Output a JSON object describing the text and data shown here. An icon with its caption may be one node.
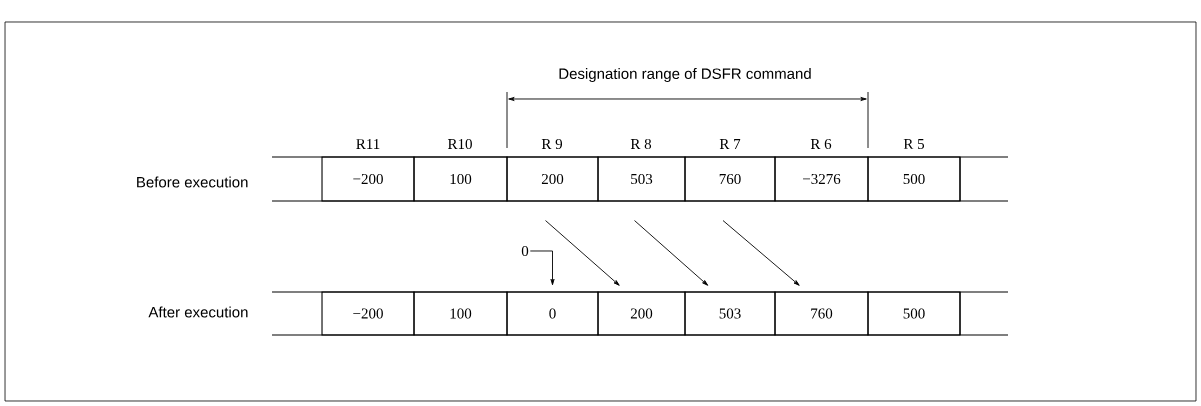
{
  "diagram": {
    "nodes": [
      {
        "text": [
          "−200"
        ]
      },
      {
        "text": [
          "100"
        ]
      },
      {
        "text": [
          "200"
        ]
      },
      {
        "text": [
          "503"
        ]
      },
      {
        "text": [
          "760"
        ]
      },
      {
        "text": [
          "−3276"
        ]
      },
      {
        "text": [
          "500"
        ]
      },
      {
        "text": [
          "−200"
        ]
      },
      {
        "text": [
          "100"
        ]
      },
      {
        "text": [
          "0"
        ]
      },
      {
        "text": [
          "200"
        ]
      },
      {
        "text": [
          "503"
        ]
      },
      {
        "text": [
          "760"
        ]
      },
      {
        "text": [
          "500"
        ]
      },
      {
        "text": [
          "0"
        ]
      }
    ],
    "edges": [
      {
        "from": 2,
        "to": 10,
        "arrow": "to"
      },
      {
        "from": 3,
        "to": 11,
        "arrow": "to"
      },
      {
        "from": 4,
        "to": 12,
        "arrow": "to"
      },
      {
        "from": 14,
        "to": 9,
        "arrow": "to"
      }
    ],
    "labels": [
      "Designation range of DSFR command",
      "R11",
      "R10",
      "R 9",
      "R 8",
      "R 7",
      "R 6",
      "R 5",
      "Before execution",
      "After execution"
    ]
  }
}
